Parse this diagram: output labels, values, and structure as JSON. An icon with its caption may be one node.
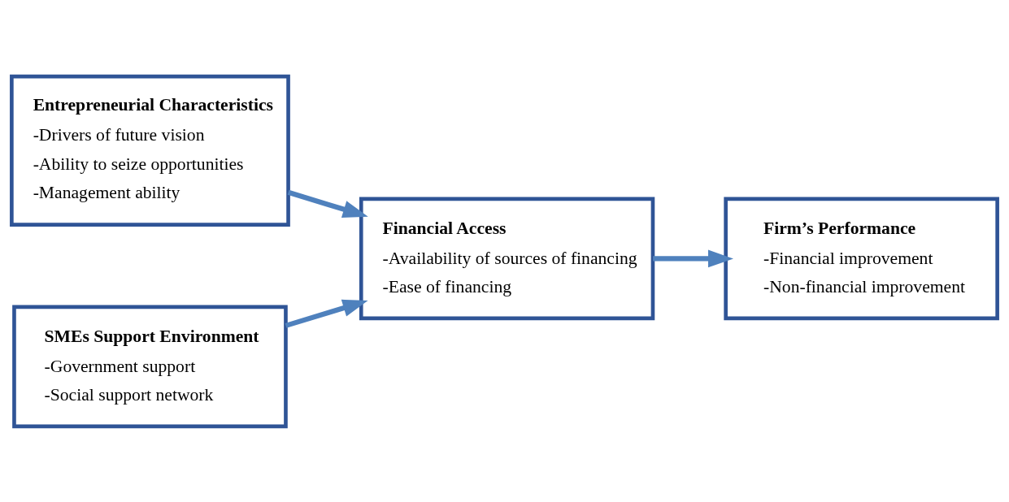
{
  "diagram": {
    "nodes": [
      {
        "text": [
          "Entrepreneurial Characteristics",
          "-Drivers of future vision",
          "-Ability to seize opportunities",
          "-Management ability"
        ]
      },
      {
        "text": [
          "SMEs Support Environment",
          "-Government support",
          "-Social support network"
        ]
      },
      {
        "text": [
          "Financial Access",
          "-Availability of sources of financing",
          "-Ease of financing"
        ]
      },
      {
        "text": [
          "Firm’s Performance",
          "-Financial improvement",
          "-Non-financial improvement"
        ]
      }
    ],
    "edges": [
      {
        "from": 0,
        "to": 2,
        "arrow": "to"
      },
      {
        "from": 1,
        "to": 2,
        "arrow": "to"
      },
      {
        "from": 2,
        "to": 3,
        "arrow": "to"
      }
    ]
  }
}
